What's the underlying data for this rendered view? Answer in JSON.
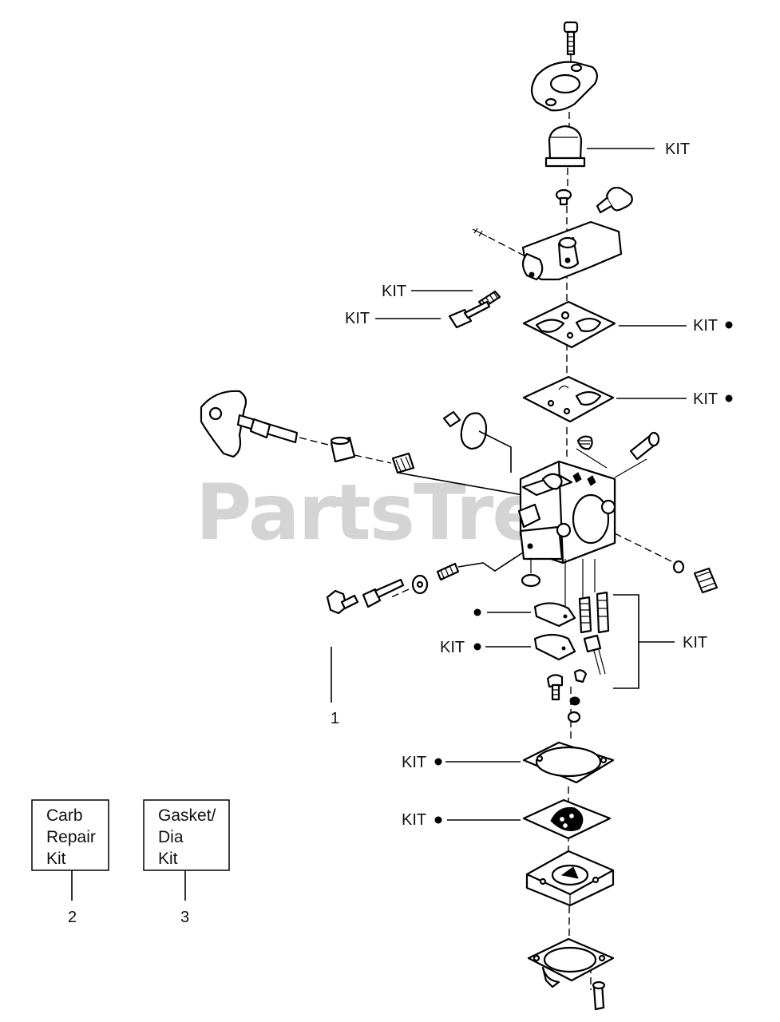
{
  "watermark": "PartsTree",
  "callouts": {
    "primer_bulb": "KIT",
    "spring_upper": "KIT",
    "screw_upper": "KIT",
    "gasket_upper_1": "KIT",
    "gasket_upper_2": "KIT",
    "lever_lower": "KIT",
    "needle_group": "KIT",
    "gasket_lower_1": "KIT",
    "gasket_lower_2": "KIT"
  },
  "ref_number_1": "1",
  "kit_boxes": [
    {
      "lines": [
        "Carb",
        "Repair",
        "Kit"
      ],
      "number": "2"
    },
    {
      "lines": [
        "Gasket/",
        "Dia",
        "Kit"
      ],
      "number": "3"
    }
  ]
}
